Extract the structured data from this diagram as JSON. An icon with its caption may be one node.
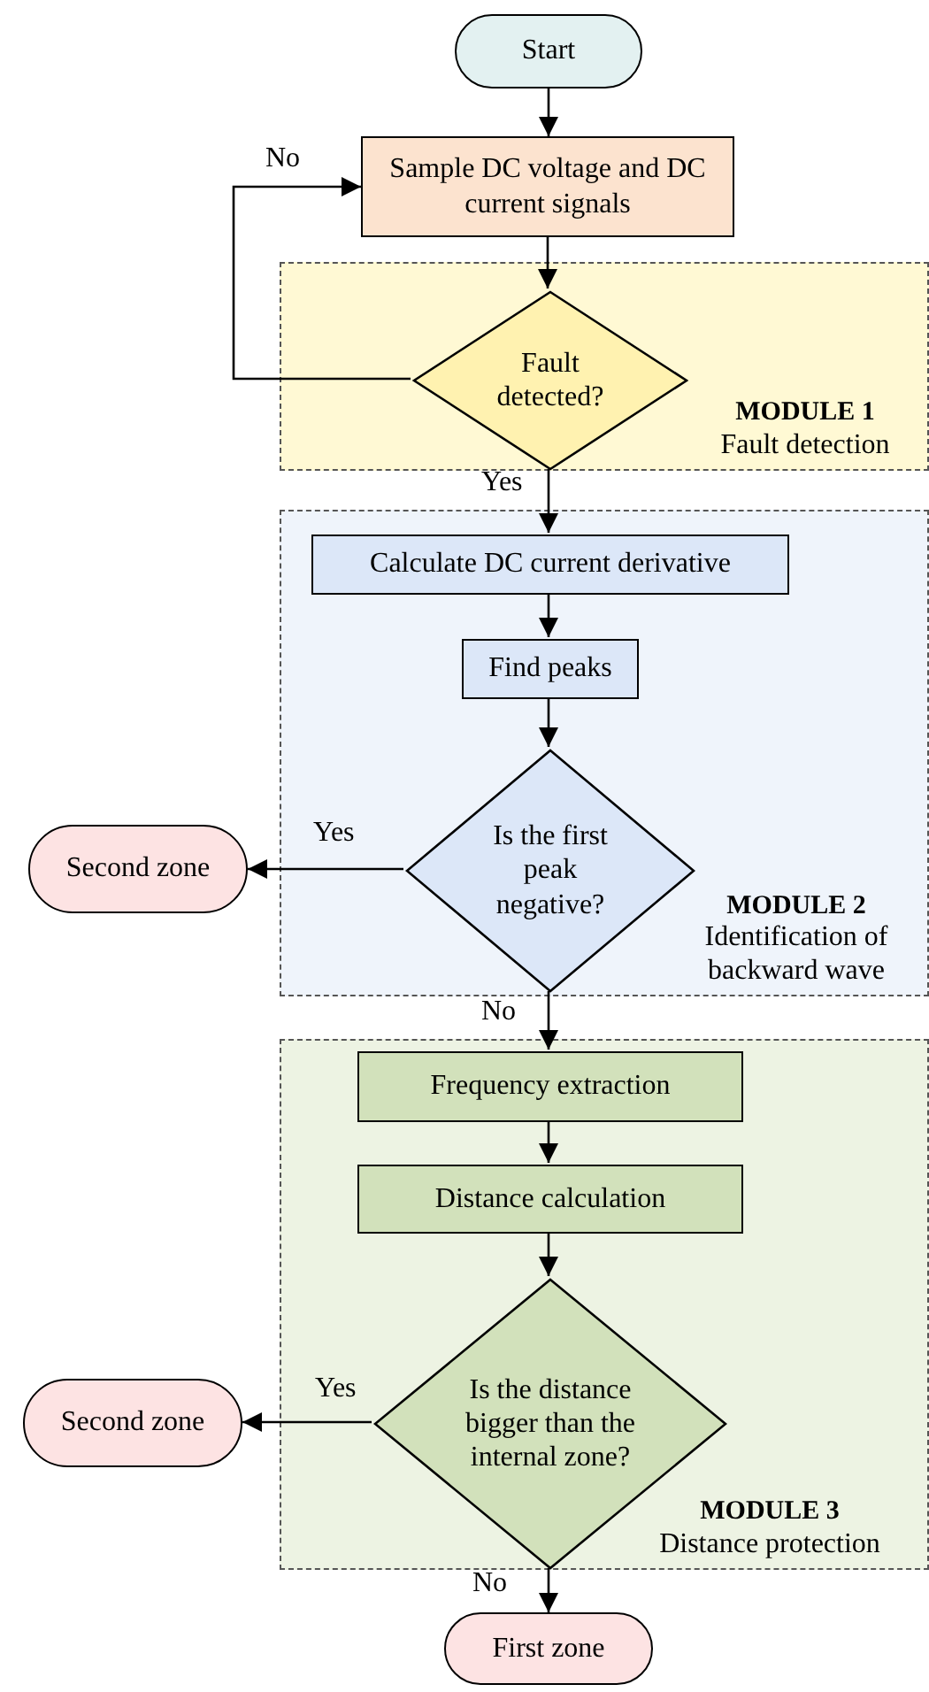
{
  "diagram": {
    "nodes": [
      {
        "text": [
          "Start"
        ]
      },
      {
        "text": [
          "Sample DC voltage and DC current signals"
        ]
      },
      {
        "text": [
          "MODULE 1",
          "Fault detection"
        ]
      },
      {
        "text": [
          "Fault detected?"
        ],
        "in": 2
      },
      {
        "text": [
          "MODULE 2",
          "Identification of backward wave"
        ]
      },
      {
        "text": [
          "Calculate DC current derivative"
        ],
        "in": 4
      },
      {
        "text": [
          "Find peaks"
        ],
        "in": 4
      },
      {
        "text": [
          "Is the first peak negative?"
        ],
        "in": 4
      },
      {
        "text": [
          "Second zone"
        ]
      },
      {
        "text": [
          "MODULE 3",
          "Distance protection"
        ]
      },
      {
        "text": [
          "Frequency extraction"
        ],
        "in": 9
      },
      {
        "text": [
          "Distance calculation"
        ],
        "in": 9
      },
      {
        "text": [
          "Is the distance bigger than the internal zone?"
        ],
        "in": 9
      },
      {
        "text": [
          "Second zone"
        ]
      },
      {
        "text": [
          "First zone"
        ]
      }
    ],
    "edges": [
      {
        "from": 0,
        "to": 1,
        "arrow": "to"
      },
      {
        "from": 1,
        "to": 3,
        "arrow": "to"
      },
      {
        "from": 3,
        "to": 1,
        "arrow": "to",
        "label": "No"
      },
      {
        "from": 3,
        "to": 5,
        "arrow": "to",
        "label": "Yes"
      },
      {
        "from": 5,
        "to": 6,
        "arrow": "to"
      },
      {
        "from": 6,
        "to": 7,
        "arrow": "to"
      },
      {
        "from": 7,
        "to": 8,
        "arrow": "to",
        "label": "Yes"
      },
      {
        "from": 7,
        "to": 10,
        "arrow": "to",
        "label": "No"
      },
      {
        "from": 10,
        "to": 11,
        "arrow": "to"
      },
      {
        "from": 11,
        "to": 12,
        "arrow": "to"
      },
      {
        "from": 12,
        "to": 13,
        "arrow": "to",
        "label": "Yes"
      },
      {
        "from": 12,
        "to": 14,
        "arrow": "to",
        "label": "No"
      }
    ]
  }
}
